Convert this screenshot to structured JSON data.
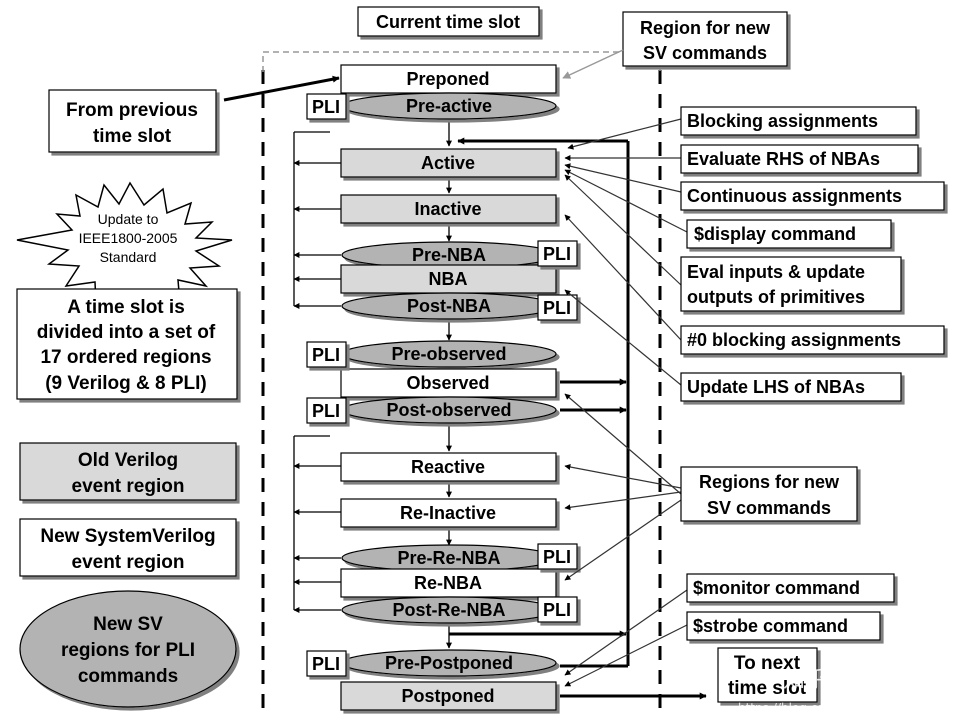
{
  "header": {
    "current_time_slot": "Current time slot",
    "region_new_sv_line1": "Region for new",
    "region_new_sv_line2": "SV commands"
  },
  "left": {
    "from_previous_line1": "From previous",
    "from_previous_line2": "time slot",
    "starburst_line1": "Update to",
    "starburst_line2": "IEEE1800-2005",
    "starburst_line3": "Standard",
    "summary_line1": "A time slot is",
    "summary_line2": "divided into a set of",
    "summary_line3": "17 ordered regions",
    "summary_line4": "(9 Verilog & 8 PLI)",
    "legend_old_line1": "Old Verilog",
    "legend_old_line2": "event region",
    "legend_new_line1": "New SystemVerilog",
    "legend_new_line2": "event region",
    "legend_pli_line1": "New SV",
    "legend_pli_line2": "regions for PLI",
    "legend_pli_line3": "commands"
  },
  "regions": {
    "preponed": "Preponed",
    "pre_active": "Pre-active",
    "active": "Active",
    "inactive": "Inactive",
    "pre_nba": "Pre-NBA",
    "nba": "NBA",
    "post_nba": "Post-NBA",
    "pre_observed": "Pre-observed",
    "observed": "Observed",
    "post_observed": "Post-observed",
    "reactive": "Reactive",
    "re_inactive": "Re-Inactive",
    "pre_re_nba": "Pre-Re-NBA",
    "re_nba": "Re-NBA",
    "post_re_nba": "Post-Re-NBA",
    "pre_postponed": "Pre-Postponed",
    "postponed": "Postponed"
  },
  "pli_tag": "PLI",
  "right": {
    "blocking": "Blocking assignments",
    "eval_rhs": "Evaluate RHS of NBAs",
    "continuous": "Continuous assignments",
    "display": "$display command",
    "eval_inputs_line1": "Eval inputs & update",
    "eval_inputs_line2": "outputs of primitives",
    "zero_blocking": "#0 blocking assignments",
    "update_lhs": "Update LHS of NBAs",
    "regions_new_line1": "Regions for new",
    "regions_new_line2": "SV commands",
    "monitor": "$monitor command",
    "strobe": "$strobe command",
    "next_line1": "To next",
    "next_line2": "time slot"
  },
  "watermark": {
    "main": "知乎 @秦旋",
    "url": "https://blog.csdn.net/kevindas"
  },
  "colors": {
    "old_region_fill": "#d9d9d9",
    "new_region_fill": "#ffffff",
    "pli_ellipse_fill": "#b3b3b3",
    "line": "#000000",
    "pointer_line": "#333333"
  }
}
